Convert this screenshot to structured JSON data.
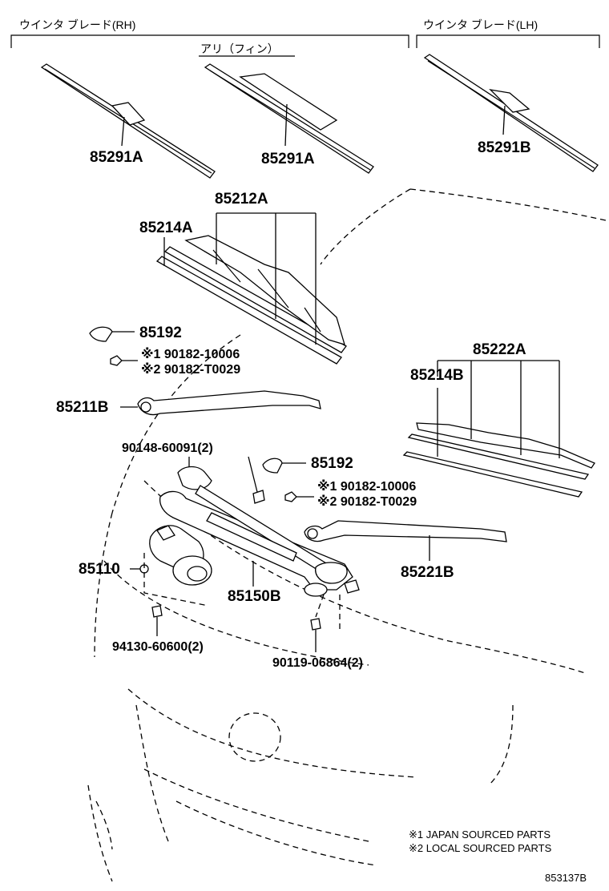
{
  "headers": {
    "rh_label": "ウインタ  ブレード(RH)",
    "lh_label": "ウインタ   ブレード(LH)",
    "alt_label": "アリ（フィン）"
  },
  "parts": {
    "blade_rh_1": "85291A",
    "blade_rh_2": "85291A",
    "blade_lh": "85291B",
    "blade_assy_rh": "85212A",
    "rubber_rh": "85214A",
    "cap_1": "85192",
    "nut_jp_1": "※1 90182-10006",
    "nut_local_1": "※2 90182-T0029",
    "arm_rh": "85211B",
    "bolt_1": "90148-60091(2)",
    "blade_assy_lh": "85222A",
    "rubber_lh": "85214B",
    "cap_2": "85192",
    "nut_jp_2": "※1 90182-10006",
    "nut_local_2": "※2 90182-T0029",
    "motor": "85110",
    "link": "85150B",
    "arm_lh": "85221B",
    "bolt_2": "94130-60600(2)",
    "bolt_3": "90119-06864(2)"
  },
  "notes": {
    "note_1": "※1 JAPAN SOURCED PARTS",
    "note_2": "※2 LOCAL SOURCED PARTS"
  },
  "figure_id": "853137B"
}
